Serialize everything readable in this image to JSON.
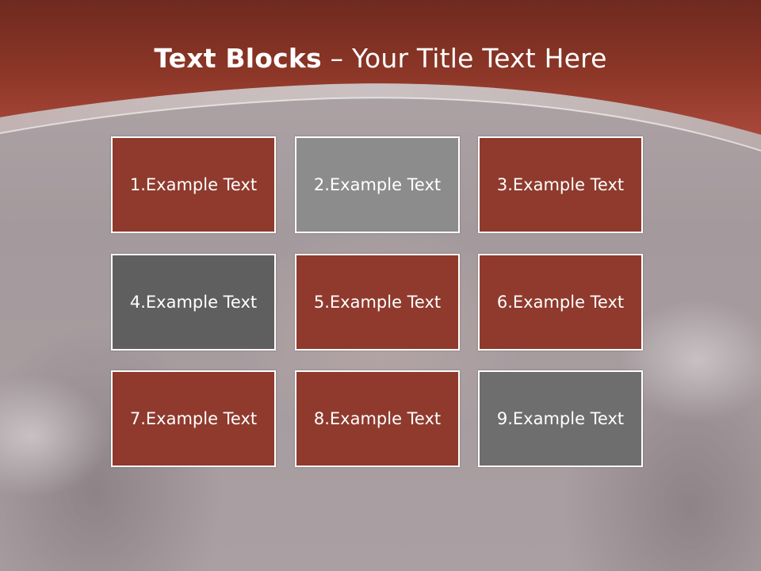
{
  "slide": {
    "title_bold": "Text Blocks",
    "title_rest": " – Your Title Text Here"
  },
  "blocks": [
    {
      "label": "1.Example Text",
      "color": "#8f3a2d"
    },
    {
      "label": "2.Example Text",
      "color": "#8c8c8c"
    },
    {
      "label": "3.Example Text",
      "color": "#8f3a2d"
    },
    {
      "label": "4.Example Text",
      "color": "#5f5f5f"
    },
    {
      "label": "5.Example Text",
      "color": "#8f3a2d"
    },
    {
      "label": "6.Example Text",
      "color": "#8f3a2d"
    },
    {
      "label": "7.Example Text",
      "color": "#8f3a2d"
    },
    {
      "label": "8.Example Text",
      "color": "#8f3a2d"
    },
    {
      "label": "9.Example Text",
      "color": "#6e6e6e"
    }
  ],
  "colors": {
    "header": "#8a3526",
    "accent": "#a9483a"
  }
}
